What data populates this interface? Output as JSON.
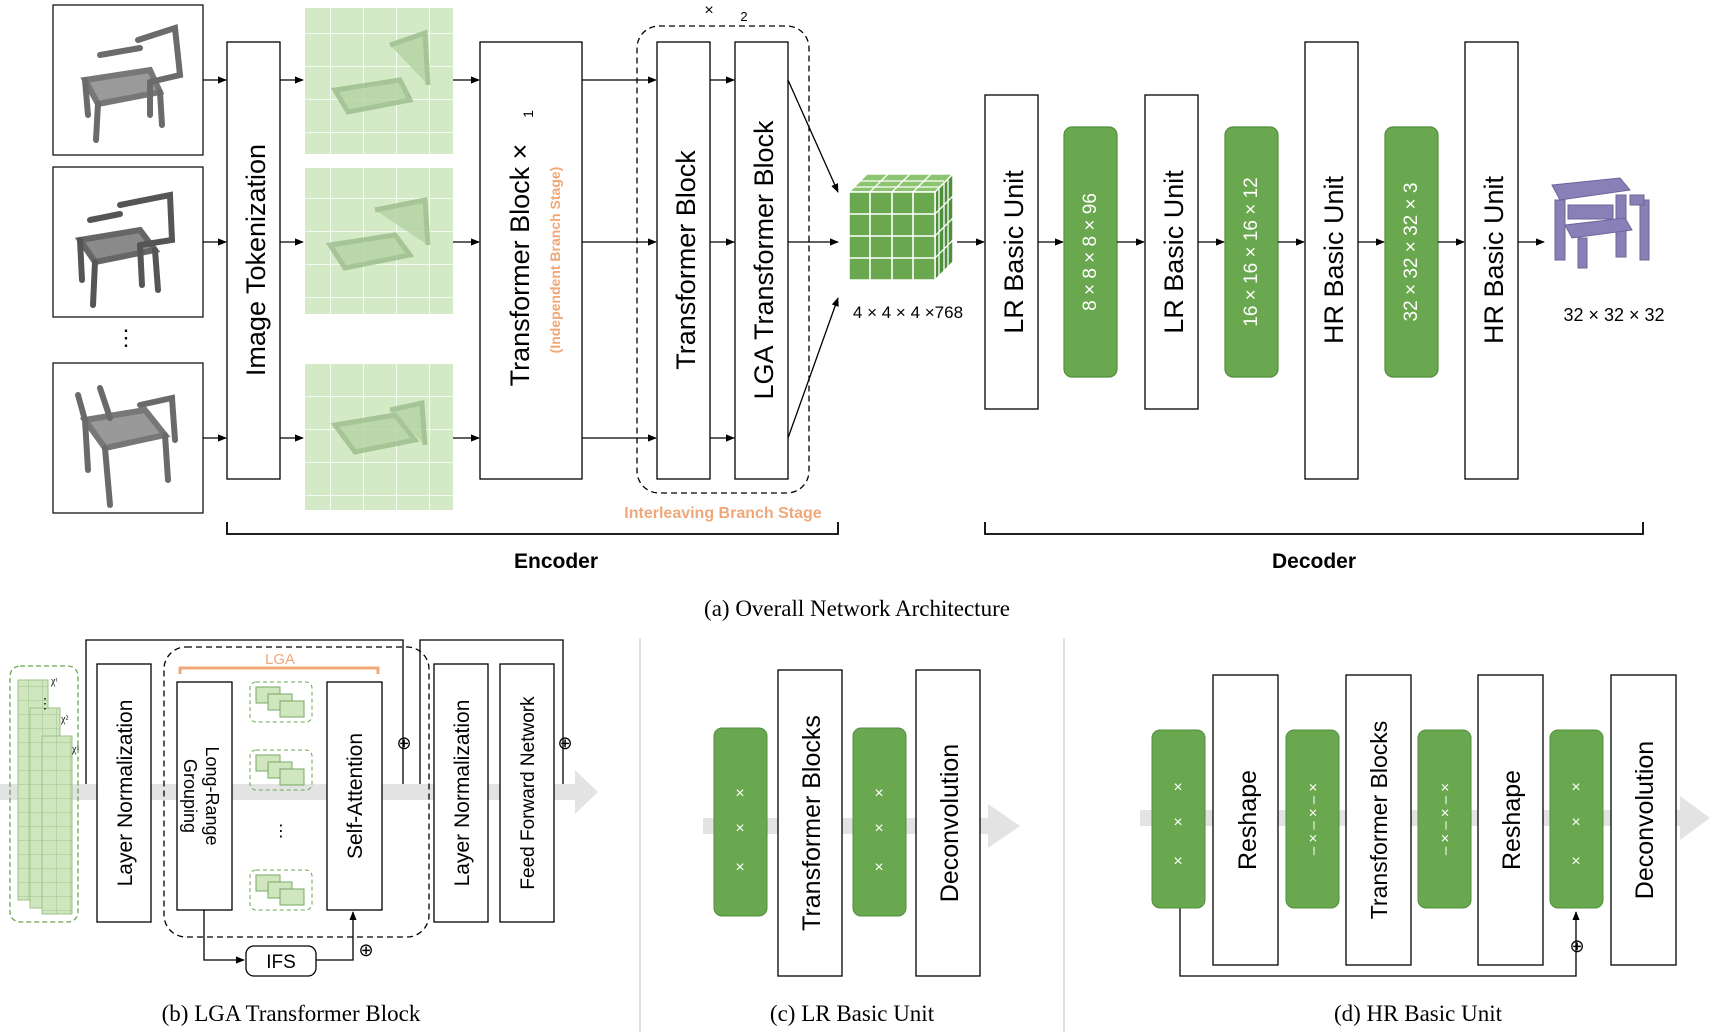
{
  "colors": {
    "green": "#6aa84f",
    "green_light": "#d4eac6",
    "green_border": "#4f8f3c",
    "orange": "#f0a878",
    "gray_arrow": "#e3e3e3",
    "stroke": "#000000"
  },
  "panel_a": {
    "multiplier_top": "×",
    "multiplier_top_n": "2",
    "tokenization": "Image Tokenization",
    "transformer_block_x1": "Transformer Block ×",
    "transformer_block_x1_n": "1",
    "independent_stage": "(Independent Branch Stage)",
    "transformer_block": "Transformer Block",
    "lga_transformer_block": "LGA Transformer Block",
    "interleaving_stage": "Interleaving Branch Stage",
    "ellipsis": "⋮",
    "feature_dim": "4 × 4 × 4 ×768",
    "lr_unit_1": "LR Basic Unit",
    "dim_1": "8 × 8 × 8 × 96",
    "lr_unit_2": "LR Basic Unit",
    "dim_2": "16 × 16 × 16 × 12",
    "hr_unit_1": "HR Basic Unit",
    "dim_3": "32 × 32 × 32 × 3",
    "hr_unit_2": "HR Basic Unit",
    "output_dim": "32 × 32 × 32",
    "encoder": "Encoder",
    "decoder": "Decoder",
    "caption": "(a) Overall Network Architecture"
  },
  "panel_b": {
    "x_t": "χᵗ",
    "x_2": "χ²",
    "x_1": "χ¹",
    "layer_norm_1": "Layer Normalization",
    "lga": "LGA",
    "long_range_grouping": "Long-Range Grouping",
    "self_attention": "Self-Attention",
    "ellipsis": "⋮",
    "ifs": "IFS",
    "oplus": "⊕",
    "layer_norm_2": "Layer Normalization",
    "ffn": "Feed Forward Network",
    "caption": "(b) LGA Transformer Block"
  },
  "panel_c": {
    "tensor_marks": "×  ×  ×",
    "transformer_blocks": "Transformer Blocks",
    "deconvolution": "Deconvolution",
    "caption": "(c) LR Basic Unit"
  },
  "panel_d": {
    "tensor_marks": "×  ×  ×",
    "reshape_marks": "– × – × – ×",
    "reshape_1": "Reshape",
    "transformer_blocks": "Transformer Blocks",
    "reshape_2": "Reshape",
    "deconvolution": "Deconvolution",
    "oplus": "⊕",
    "caption": "(d) HR Basic Unit"
  }
}
